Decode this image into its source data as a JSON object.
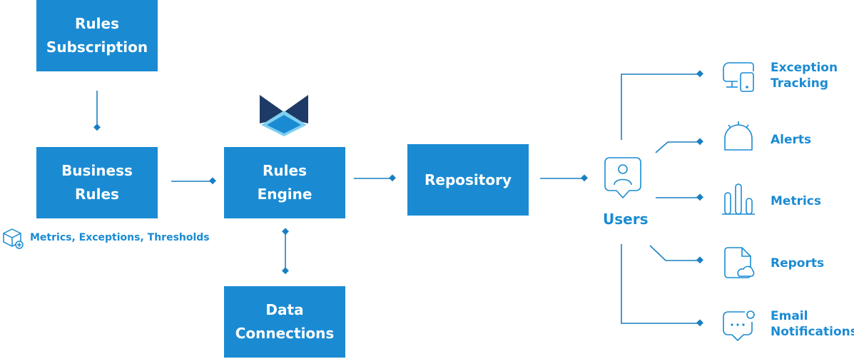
{
  "colors": {
    "box": "#1a8bd3",
    "line": "#1a7fc2",
    "logo_dark": "#1e3a66",
    "logo_light": "#7fd0f0",
    "logo_mid": "#1a8bd3"
  },
  "boxes": {
    "rules_subscription": [
      "Rules",
      "Subscription"
    ],
    "business_rules": [
      "Business",
      "Rules"
    ],
    "rules_engine": [
      "Rules",
      "Engine"
    ],
    "repository": "Repository",
    "data_connections": [
      "Data",
      "Connections"
    ]
  },
  "business_rules_note": {
    "icon": "cube-plus-icon",
    "text": "Metrics, Exceptions, Thresholds"
  },
  "users": {
    "icon": "user-badge-icon",
    "label": "Users"
  },
  "outputs": [
    {
      "icon": "devices-icon",
      "label": [
        "Exception",
        "Tracking"
      ]
    },
    {
      "icon": "alarm-icon",
      "label": [
        "Alerts"
      ]
    },
    {
      "icon": "bar-chart-icon",
      "label": [
        "Metrics"
      ]
    },
    {
      "icon": "report-icon",
      "label": [
        "Reports"
      ]
    },
    {
      "icon": "chat-bubble-icon",
      "label": [
        "Email",
        "Notifications"
      ]
    }
  ]
}
